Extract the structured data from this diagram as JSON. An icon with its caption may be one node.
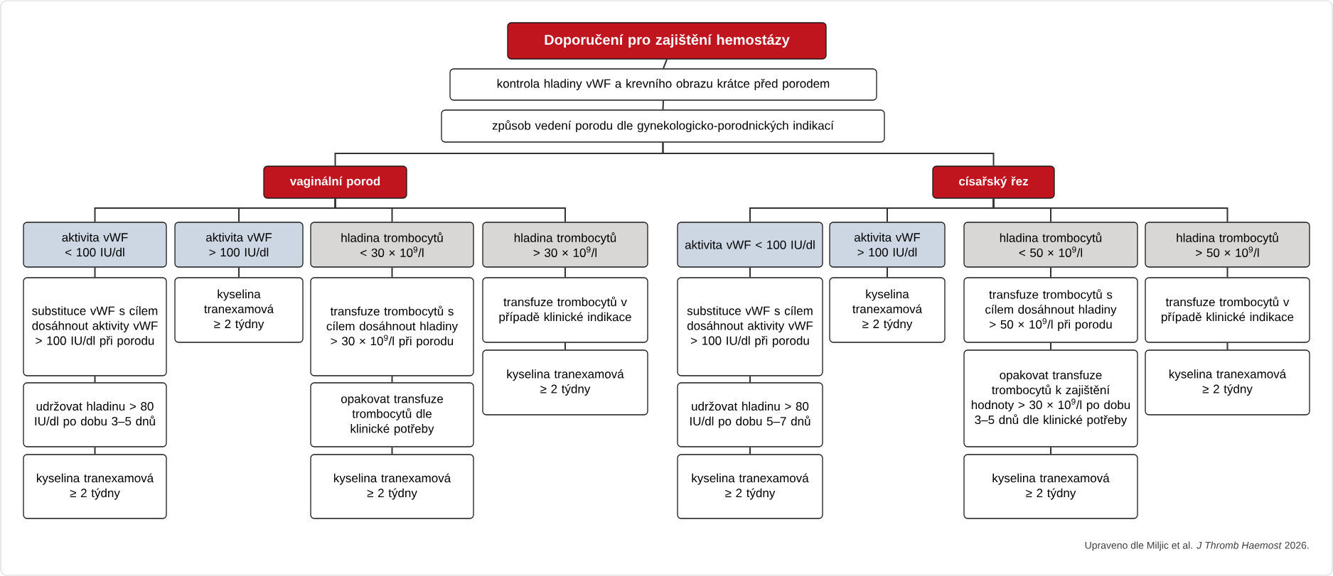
{
  "diagram": {
    "caption": "Upraveno dle Miljic et al. *J Thromb Haemost* 2026.",
    "nodes": [
      {
        "text": [
          "Doporučení pro zajištění hemostázy"
        ]
      },
      {
        "text": [
          "kontrola hladiny vWF a krevního obrazu krátce před porodem"
        ]
      },
      {
        "text": [
          "způsob vedení porodu dle gynekologicko-porodnických indikací"
        ]
      },
      {
        "text": [
          "vaginální porod"
        ]
      },
      {
        "text": [
          "císařský řez"
        ]
      },
      {
        "text": [
          "aktivita vWF < 100 IU/dl"
        ]
      },
      {
        "text": [
          "aktivita vWF > 100 IU/dl"
        ]
      },
      {
        "text": [
          "hladina trombocytů < 30 × 10$^{9}$/l"
        ]
      },
      {
        "text": [
          "hladina trombocytů > 30 × 10$^{9}$/l"
        ]
      },
      {
        "text": [
          "aktivita vWF < 100 IU/dl"
        ]
      },
      {
        "text": [
          "aktivita vWF > 100 IU/dl"
        ]
      },
      {
        "text": [
          "hladina trombocytů < 50 × 10$^{9}$/l"
        ]
      },
      {
        "text": [
          "hladina trombocytů > 50 × 10$^{9}$/l"
        ]
      },
      {
        "text": [
          "substituce vWF s cílem dosáhnout aktivity vWF > 100 IU/dl při porodu"
        ]
      },
      {
        "text": [
          "udržovat hladinu > 80 IU/dl po dobu 3–5 dnů"
        ]
      },
      {
        "text": [
          "kyselina tranexamová ≥ 2 týdny"
        ]
      },
      {
        "text": [
          "kyselina tranexamová ≥ 2 týdny"
        ]
      },
      {
        "text": [
          "transfuze trombocytů s cílem dosáhnout hladiny > 30 × 10$^{9}$/l při porodu"
        ]
      },
      {
        "text": [
          "opakovat transfuze trombocytů dle klinické potřeby"
        ]
      },
      {
        "text": [
          "kyselina tranexamová ≥ 2 týdny"
        ]
      },
      {
        "text": [
          "transfuze trombocytů v případě klinické indikace"
        ]
      },
      {
        "text": [
          "kyselina tranexamová ≥ 2 týdny"
        ]
      },
      {
        "text": [
          "substituce vWF s cílem dosáhnout aktivity vWF > 100 IU/dl při porodu"
        ]
      },
      {
        "text": [
          "udržovat hladinu > 80 IU/dl po dobu 5–7 dnů"
        ]
      },
      {
        "text": [
          "kyselina tranexamová ≥ 2 týdny"
        ]
      },
      {
        "text": [
          "kyselina tranexamová ≥ 2 týdny"
        ]
      },
      {
        "text": [
          "transfuze trombocytů s cílem dosáhnout hladiny > 50 × 10$^{9}$/l při porodu"
        ]
      },
      {
        "text": [
          "opakovat transfuze trombocytů k zajištění hodnoty > 30 × 10$^{9}$/l po dobu 3–5 dnů dle klinické potřeby"
        ]
      },
      {
        "text": [
          "kyselina tranexamová ≥ 2 týdny"
        ]
      },
      {
        "text": [
          "transfuze trombocytů v případě klinické indikace"
        ]
      },
      {
        "text": [
          "kyselina tranexamová ≥ 2 týdny"
        ]
      }
    ],
    "edges": [
      {
        "from": 0,
        "to": 1,
        "arrow": "none"
      },
      {
        "from": 1,
        "to": 2,
        "arrow": "none"
      },
      {
        "from": 2,
        "to": 3,
        "arrow": "none"
      },
      {
        "from": 2,
        "to": 4,
        "arrow": "none"
      },
      {
        "from": 3,
        "to": 5,
        "arrow": "none"
      },
      {
        "from": 3,
        "to": 6,
        "arrow": "none"
      },
      {
        "from": 3,
        "to": 7,
        "arrow": "none"
      },
      {
        "from": 3,
        "to": 8,
        "arrow": "none"
      },
      {
        "from": 4,
        "to": 9,
        "arrow": "none"
      },
      {
        "from": 4,
        "to": 10,
        "arrow": "none"
      },
      {
        "from": 4,
        "to": 11,
        "arrow": "none"
      },
      {
        "from": 4,
        "to": 12,
        "arrow": "none"
      },
      {
        "from": 5,
        "to": 13,
        "arrow": "none"
      },
      {
        "from": 13,
        "to": 14,
        "arrow": "none"
      },
      {
        "from": 14,
        "to": 15,
        "arrow": "none"
      },
      {
        "from": 6,
        "to": 16,
        "arrow": "none"
      },
      {
        "from": 7,
        "to": 17,
        "arrow": "none"
      },
      {
        "from": 17,
        "to": 18,
        "arrow": "none"
      },
      {
        "from": 18,
        "to": 19,
        "arrow": "none"
      },
      {
        "from": 8,
        "to": 20,
        "arrow": "none"
      },
      {
        "from": 20,
        "to": 21,
        "arrow": "none"
      },
      {
        "from": 9,
        "to": 22,
        "arrow": "none"
      },
      {
        "from": 22,
        "to": 23,
        "arrow": "none"
      },
      {
        "from": 23,
        "to": 24,
        "arrow": "none"
      },
      {
        "from": 10,
        "to": 25,
        "arrow": "none"
      },
      {
        "from": 11,
        "to": 26,
        "arrow": "none"
      },
      {
        "from": 26,
        "to": 27,
        "arrow": "none"
      },
      {
        "from": 27,
        "to": 28,
        "arrow": "none"
      },
      {
        "from": 12,
        "to": 29,
        "arrow": "none"
      },
      {
        "from": 29,
        "to": 30,
        "arrow": "none"
      }
    ]
  }
}
